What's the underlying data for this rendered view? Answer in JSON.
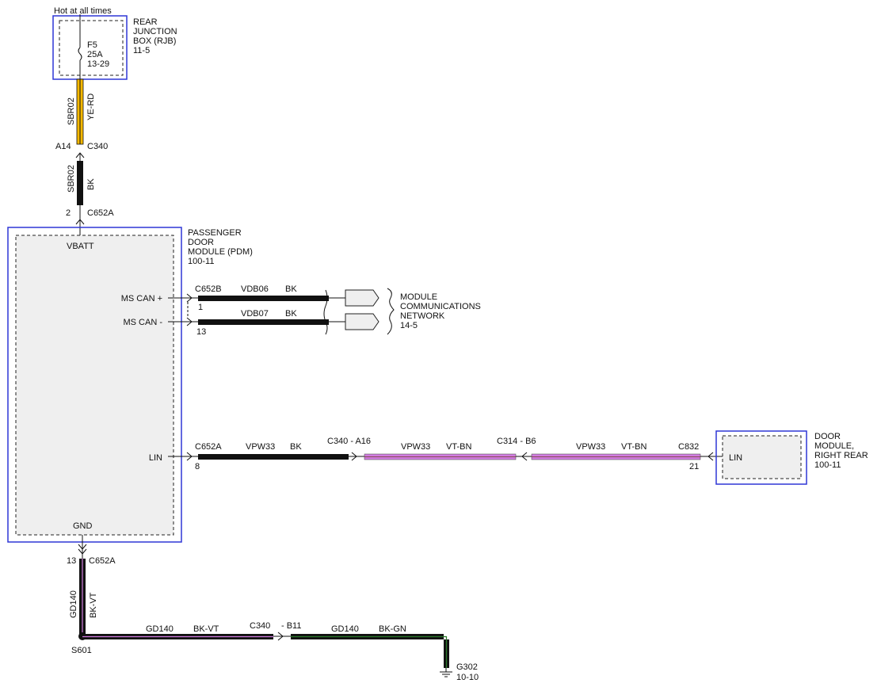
{
  "colors": {
    "module_border": "#2f37d6",
    "wire_black": "#111111",
    "wire_yellow": "#f5b800",
    "wire_violet": "#d17be0",
    "wire_green": "#2a7a2a"
  },
  "power": {
    "hot_label": "Hot at all times",
    "fuse_id": "F5",
    "fuse_rating": "25A",
    "fuse_ref": "13-29"
  },
  "rjb": {
    "line1": "REAR",
    "line2": "JUNCTION",
    "line3": "BOX (RJB)",
    "ref": "11-5"
  },
  "wire_rjb_c340": {
    "circuit": "SBR02",
    "color": "YE-RD"
  },
  "c340_top": {
    "pin": "A14",
    "connector": "C340"
  },
  "wire_c340_pdm": {
    "circuit": "SBR02",
    "color": "BK"
  },
  "c652a_top": {
    "pin": "2",
    "connector": "C652A"
  },
  "pdm": {
    "line1": "PASSENGER",
    "line2": "DOOR",
    "line3": "MODULE (PDM)",
    "ref": "100-11",
    "pin_vbatt": "VBATT",
    "pin_mscan_plus": "MS CAN +",
    "pin_mscan_minus": "MS CAN -",
    "pin_lin": "LIN",
    "pin_gnd": "GND"
  },
  "mscan": {
    "connector": "C652B",
    "plus_pin": "1",
    "minus_pin": "13",
    "plus_circuit": "VDB06",
    "plus_color": "BK",
    "minus_circuit": "VDB07",
    "minus_color": "BK"
  },
  "mcn": {
    "line1": "MODULE",
    "line2": "COMMUNICATIONS",
    "line3": "NETWORK",
    "ref": "14-5"
  },
  "lin": {
    "c652a": "C652A",
    "c652a_pin": "8",
    "seg1_circuit": "VPW33",
    "seg1_color": "BK",
    "c340_label": "C340  -  A16",
    "seg2_circuit": "VPW33",
    "seg2_color": "VT-BN",
    "c314_label": "C314  -  B6",
    "seg3_circuit": "VPW33",
    "seg3_color": "VT-BN",
    "c832": "C832",
    "c832_pin": "21"
  },
  "rr_module": {
    "line1": "DOOR",
    "line2": "MODULE,",
    "line3": "RIGHT REAR",
    "ref": "100-11",
    "pin_lin": "LIN"
  },
  "ground": {
    "c652a_pin": "13",
    "c652a": "C652A",
    "vert_circuit": "GD140",
    "vert_color": "BK-VT",
    "splice": "S601",
    "seg1_circuit": "GD140",
    "seg1_color": "BK-VT",
    "c340_label": "C340",
    "c340_pin": "-  B11",
    "seg2_circuit": "GD140",
    "seg2_color": "BK-GN",
    "g302": "G302",
    "g302_ref": "10-10"
  }
}
